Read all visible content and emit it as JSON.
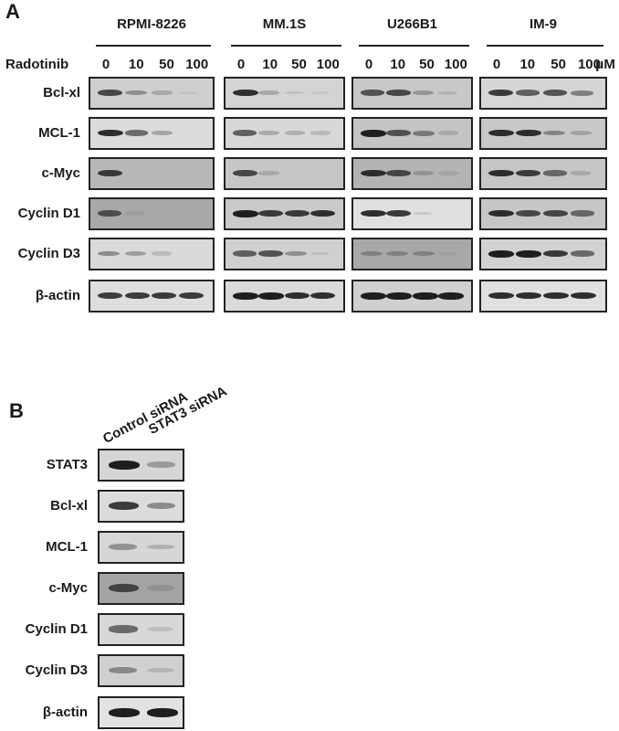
{
  "panelA": {
    "letter": "A",
    "treatment_label": "Radotinib",
    "unit": "μM",
    "cell_lines": [
      {
        "name": "RPMI-8226",
        "doses": [
          "0",
          "10",
          "50",
          "100"
        ]
      },
      {
        "name": "MM.1S",
        "doses": [
          "0",
          "10",
          "50",
          "100"
        ]
      },
      {
        "name": "U266B1",
        "doses": [
          "0",
          "10",
          "50",
          "100"
        ]
      },
      {
        "name": "IM-9",
        "doses": [
          "0",
          "10",
          "50",
          "100"
        ]
      }
    ],
    "proteins": [
      "Bcl-xl",
      "MCL-1",
      "c-Myc",
      "Cyclin D1",
      "Cyclin D3",
      "β-actin"
    ],
    "backgrounds": [
      [
        "#cfcfcf",
        "#d4d4d4",
        "#c8c8c8",
        "#d6d6d6"
      ],
      [
        "#dcdcdc",
        "#d8d8d8",
        "#c4c4c4",
        "#c8c8c8"
      ],
      [
        "#b8b8b8",
        "#c6c6c6",
        "#b4b4b4",
        "#c6c6c6"
      ],
      [
        "#a8a8a8",
        "#cacaca",
        "#e0e0e0",
        "#c6c6c6"
      ],
      [
        "#dadada",
        "#d0d0d0",
        "#a8a8a8",
        "#d2d2d2"
      ],
      [
        "#dedede",
        "#dadada",
        "#d0d0d0",
        "#e0e0e0"
      ]
    ],
    "intensities": [
      [
        [
          0.85,
          0.5,
          0.35,
          0.1
        ],
        [
          0.95,
          0.35,
          0.15,
          0.1
        ],
        [
          0.8,
          0.85,
          0.45,
          0.2
        ],
        [
          0.9,
          0.75,
          0.8,
          0.6
        ]
      ],
      [
        [
          0.95,
          0.7,
          0.4,
          0.0
        ],
        [
          0.75,
          0.35,
          0.3,
          0.25
        ],
        [
          1.0,
          0.8,
          0.6,
          0.3
        ],
        [
          0.95,
          0.95,
          0.55,
          0.35
        ]
      ],
      [
        [
          0.9,
          0.0,
          0.0,
          0.0
        ],
        [
          0.85,
          0.3,
          0.0,
          0.0
        ],
        [
          0.95,
          0.85,
          0.4,
          0.25
        ],
        [
          0.95,
          0.9,
          0.7,
          0.3
        ]
      ],
      [
        [
          0.8,
          0.25,
          0.0,
          0.0
        ],
        [
          1.0,
          0.9,
          0.9,
          0.95
        ],
        [
          0.95,
          0.9,
          0.15,
          0.0
        ],
        [
          0.95,
          0.85,
          0.85,
          0.7
        ]
      ],
      [
        [
          0.55,
          0.45,
          0.25,
          0.0
        ],
        [
          0.75,
          0.8,
          0.5,
          0.15
        ],
        [
          0.5,
          0.5,
          0.5,
          0.2
        ],
        [
          1.0,
          1.0,
          0.9,
          0.7
        ]
      ],
      [
        [
          0.9,
          0.9,
          0.9,
          0.9
        ],
        [
          1.0,
          1.0,
          0.95,
          0.95
        ],
        [
          1.0,
          1.0,
          1.0,
          1.0
        ],
        [
          0.95,
          0.95,
          0.95,
          0.95
        ]
      ]
    ]
  },
  "panelB": {
    "letter": "B",
    "lanes": [
      "Control siRNA",
      "STAT3 siRNA"
    ],
    "proteins": [
      "STAT3",
      "Bcl-xl",
      "MCL-1",
      "c-Myc",
      "Cyclin D1",
      "Cyclin D3",
      "β-actin"
    ],
    "backgrounds": [
      "#d6d6d6",
      "#dcdcdc",
      "#d6d6d6",
      "#a4a4a4",
      "#d8d8d8",
      "#d0d0d0",
      "#e2e2e2"
    ],
    "intensities": [
      [
        1.0,
        0.45
      ],
      [
        0.9,
        0.55
      ],
      [
        0.5,
        0.3
      ],
      [
        0.85,
        0.35
      ],
      [
        0.7,
        0.2
      ],
      [
        0.55,
        0.25
      ],
      [
        1.0,
        1.0
      ]
    ]
  }
}
